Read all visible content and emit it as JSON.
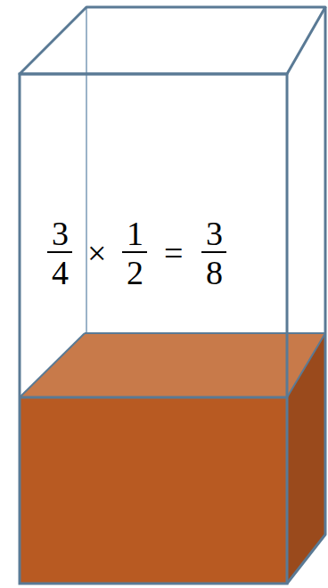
{
  "diagram": {
    "labels": [
      "3",
      "4",
      "×",
      "1",
      "2",
      "=",
      "3",
      "8"
    ]
  }
}
